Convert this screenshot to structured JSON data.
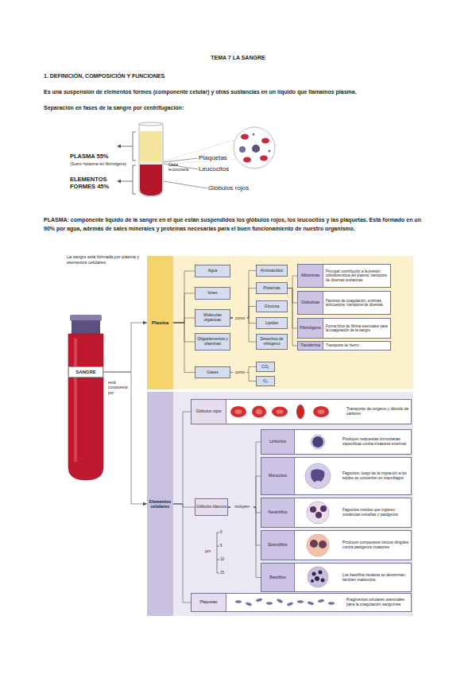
{
  "diagram": {
    "title": "TEMA 7 LA SANGRE",
    "nodes": [
      {
        "text": [
          "SANGRE"
        ]
      },
      {
        "text": [
          "Plasma"
        ]
      },
      {
        "text": [
          "Agua"
        ]
      },
      {
        "text": [
          "Iones"
        ]
      },
      {
        "text": [
          "Moléculas orgánicas"
        ]
      },
      {
        "text": [
          "Oligoelementos y vitaminas"
        ]
      },
      {
        "text": [
          "Gases"
        ]
      },
      {
        "text": [
          "Aminoácidos"
        ]
      },
      {
        "text": [
          "Proteínas"
        ]
      },
      {
        "text": [
          "Glucosa"
        ]
      },
      {
        "text": [
          "Lípidos"
        ]
      },
      {
        "text": [
          "Desechos de nitrógeno"
        ]
      },
      {
        "text": [
          "Albúminas",
          "Principal contribución a la presión coloidosmótica del plasma; transporte de diversas sustancias"
        ]
      },
      {
        "text": [
          "Globulinas",
          "Factores de coagulación, enzimas, anticuerpos, transporte de diversas"
        ]
      },
      {
        "text": [
          "Fibrinógeno",
          "Forma hilos de fibrina esenciales para la coagulación de la sangre"
        ]
      },
      {
        "text": [
          "Transferrina",
          "Transporte de hierro"
        ]
      },
      {
        "text": [
          "CO₂"
        ]
      },
      {
        "text": [
          "O₂"
        ]
      },
      {
        "text": [
          "Elementos celulares"
        ]
      },
      {
        "text": [
          "Glóbulos rojos",
          "Transporte de oxígeno y dióxido de carbono"
        ]
      },
      {
        "text": [
          "Glóbulos blancos"
        ]
      },
      {
        "text": [
          "Linfocitos",
          "Producen respuestas inmunitarias específicas contra invasores externos"
        ]
      },
      {
        "text": [
          "Monocitos",
          "Fagocitos; luego de la migración a los tejidos se convierten en macrófagos"
        ]
      },
      {
        "text": [
          "Neutrófilos",
          "Fagocitos móviles que ingieren sustancias extrañas y patógenos"
        ]
      },
      {
        "text": [
          "Eosinófilos",
          "Producen compuestos tóxicos dirigidos contra patógenos invasores"
        ]
      },
      {
        "text": [
          "Basófilos",
          "Los basófilos tisulares se denominan también mastocitos."
        ]
      },
      {
        "text": [
          "Plaquetas",
          "Fragmentos celulares esenciales para la coagulación sanguínea"
        ]
      }
    ],
    "edges": [
      {
        "from": 0,
        "to": 1,
        "arrow": "to"
      },
      {
        "from": 0,
        "to": 18,
        "arrow": "to"
      },
      {
        "from": 1,
        "to": 2,
        "arrow": "none"
      },
      {
        "from": 1,
        "to": 3,
        "arrow": "none"
      },
      {
        "from": 1,
        "to": 4,
        "arrow": "none"
      },
      {
        "from": 1,
        "to": 5,
        "arrow": "none"
      },
      {
        "from": 1,
        "to": 6,
        "arrow": "none"
      },
      {
        "from": 4,
        "to": 7,
        "arrow": "none"
      },
      {
        "from": 4,
        "to": 8,
        "arrow": "none"
      },
      {
        "from": 4,
        "to": 9,
        "arrow": "none"
      },
      {
        "from": 4,
        "to": 10,
        "arrow": "none"
      },
      {
        "from": 4,
        "to": 11,
        "arrow": "none"
      },
      {
        "from": 8,
        "to": 12,
        "arrow": "none"
      },
      {
        "from": 8,
        "to": 13,
        "arrow": "none"
      },
      {
        "from": 8,
        "to": 14,
        "arrow": "none"
      },
      {
        "from": 8,
        "to": 15,
        "arrow": "none"
      },
      {
        "from": 6,
        "to": 16,
        "arrow": "none"
      },
      {
        "from": 6,
        "to": 17,
        "arrow": "none"
      },
      {
        "from": 18,
        "to": 19,
        "arrow": "none"
      },
      {
        "from": 18,
        "to": 20,
        "arrow": "none"
      },
      {
        "from": 18,
        "to": 26,
        "arrow": "none"
      },
      {
        "from": 20,
        "to": 21,
        "arrow": "none"
      },
      {
        "from": 20,
        "to": 22,
        "arrow": "none"
      },
      {
        "from": 20,
        "to": 23,
        "arrow": "none"
      },
      {
        "from": 20,
        "to": 24,
        "arrow": "none"
      },
      {
        "from": 20,
        "to": 25,
        "arrow": "none"
      }
    ],
    "labels": [
      "1. DEFINICIÓN, COMPOSICIÓN Y FUNCIONES",
      "Es una suspensión de elementos formes (componente celular) y otras sustancias en un líquido que llamamos plasma.",
      "Separación en fases de la sangre por centrifugación:",
      "PLASMA 55%",
      "(Suero =plasma sin fibrinógeno)",
      "ELEMENTOS FORMES 45%",
      "Plaquetas",
      "Capa leucocitaria",
      "Leucocitos",
      "Glóbulos rojos",
      "PLASMA: componente líquido de la sangre en el que están suspendidos los glóbulos rojos, los leucocitos y las plaquetas. Está formado en un 90% por agua, además de sales minerales y proteínas necesarias para el buen funcionamiento de nuestro organismo.",
      "La sangre está formada por plasma y elementos celulares.",
      "está compuesta por",
      "como",
      "como",
      "incluyen",
      "0",
      "5",
      "10",
      "15",
      "µm"
    ]
  }
}
